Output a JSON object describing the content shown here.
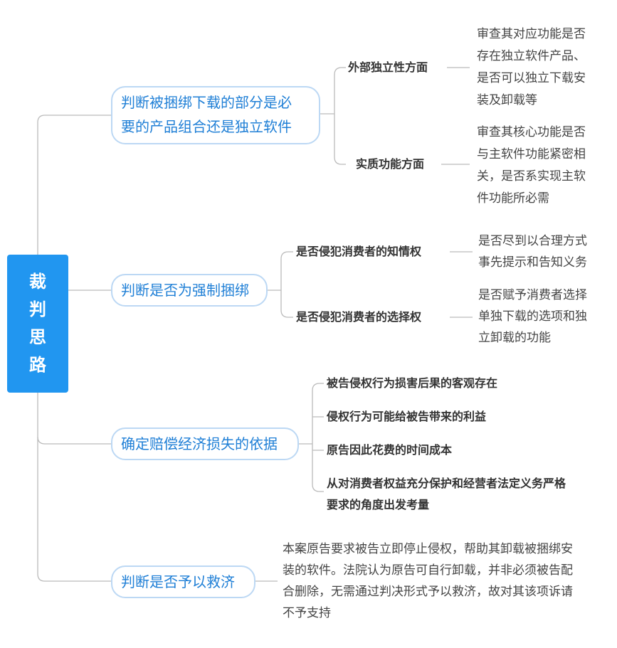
{
  "root": {
    "chars": [
      "裁",
      "判",
      "思",
      "路"
    ]
  },
  "branches": [
    {
      "label_lines": [
        "判断被捆绑下载的部分是必",
        "要的产品组合还是独立软件"
      ],
      "children": [
        {
          "label": "外部独立性方面",
          "leaf_lines": [
            "审查其对应功能是否",
            "存在独立软件产品、",
            "是否可以独立下载安",
            "装及卸载等"
          ]
        },
        {
          "label": "实质功能方面",
          "leaf_lines": [
            "审查其核心功能是否",
            "与主软件功能紧密相",
            "关，是否系实现主软",
            "件功能所必需"
          ]
        }
      ]
    },
    {
      "label": "判断是否为强制捆绑",
      "children": [
        {
          "label": "是否侵犯消费者的知情权",
          "leaf_lines": [
            "是否尽到以合理方式",
            "事先提示和告知义务"
          ]
        },
        {
          "label": "是否侵犯消费者的选择权",
          "leaf_lines": [
            "是否赋予消费者选择",
            "单独下载的选项和独",
            "立卸载的功能"
          ]
        }
      ]
    },
    {
      "label": "确定赔偿经济损失的依据",
      "children": [
        {
          "label": "被告侵权行为损害后果的客观存在"
        },
        {
          "label": "侵权行为可能给被告带来的利益"
        },
        {
          "label": "原告因此花费的时间成本"
        },
        {
          "label_lines": [
            "从对消费者权益充分保护和经营者法定义务严格",
            "要求的角度出发考量"
          ]
        }
      ]
    },
    {
      "label": "判断是否予以救济",
      "leaf_lines": [
        "本案原告要求被告立即停止侵权，帮助其卸载被捆绑安",
        "装的软件。法院认为原告可自行卸载，并非必须被告配",
        "合删除，无需通过判决形式予以救济，故对其该项诉请",
        "不予支持"
      ]
    }
  ],
  "colors": {
    "root": "#2196f0",
    "branch_text": "#1f7fd6",
    "branch_border": "#bcd8f4",
    "line": "#bbbbbb"
  }
}
